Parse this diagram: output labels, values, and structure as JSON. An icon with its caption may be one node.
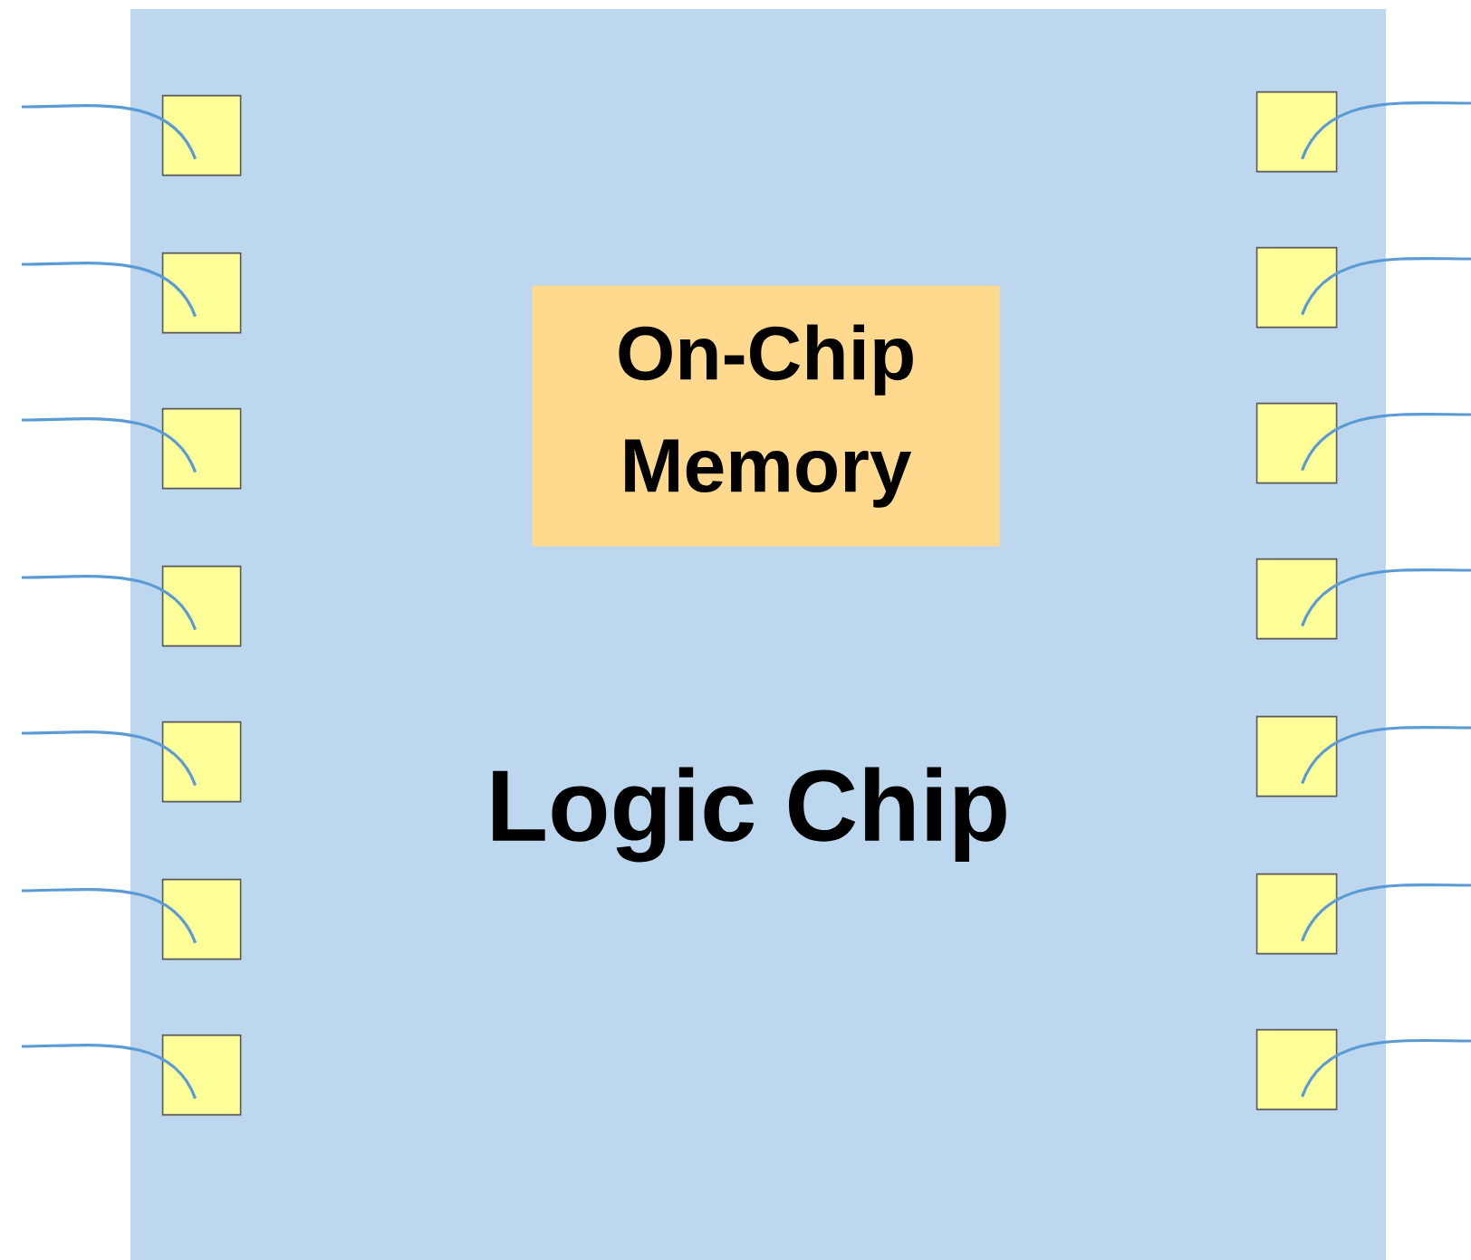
{
  "diagram": {
    "nodes": [
      {
        "text": [
          "Logic Chip"
        ]
      },
      {
        "text": [
          "On-Chip Memory"
        ],
        "in": 0
      },
      {
        "text": [],
        "shape": "box",
        "in": 0
      },
      {
        "text": [],
        "shape": "box",
        "in": 0
      },
      {
        "text": [],
        "shape": "box",
        "in": 0
      },
      {
        "text": [],
        "shape": "box",
        "in": 0
      },
      {
        "text": [],
        "shape": "box",
        "in": 0
      },
      {
        "text": [],
        "shape": "box",
        "in": 0
      },
      {
        "text": [],
        "shape": "box",
        "in": 0
      },
      {
        "text": [],
        "shape": "box",
        "in": 0
      },
      {
        "text": [],
        "shape": "box",
        "in": 0
      },
      {
        "text": [],
        "shape": "box",
        "in": 0
      },
      {
        "text": [],
        "shape": "box",
        "in": 0
      },
      {
        "text": [],
        "shape": "box",
        "in": 0
      },
      {
        "text": [],
        "shape": "box",
        "in": 0
      },
      {
        "text": [],
        "shape": "box",
        "in": 0
      }
    ],
    "edges": [
      {
        "from": null,
        "to": 2,
        "arrow": "none"
      },
      {
        "from": null,
        "to": 3,
        "arrow": "none"
      },
      {
        "from": null,
        "to": 4,
        "arrow": "none"
      },
      {
        "from": null,
        "to": 5,
        "arrow": "none"
      },
      {
        "from": null,
        "to": 6,
        "arrow": "none"
      },
      {
        "from": null,
        "to": 7,
        "arrow": "none"
      },
      {
        "from": null,
        "to": 8,
        "arrow": "none"
      },
      {
        "from": 9,
        "to": null,
        "arrow": "none"
      },
      {
        "from": 10,
        "to": null,
        "arrow": "none"
      },
      {
        "from": 11,
        "to": null,
        "arrow": "none"
      },
      {
        "from": 12,
        "to": null,
        "arrow": "none"
      },
      {
        "from": 13,
        "to": null,
        "arrow": "none"
      },
      {
        "from": 14,
        "to": null,
        "arrow": "none"
      },
      {
        "from": 15,
        "to": null,
        "arrow": "none"
      }
    ]
  }
}
